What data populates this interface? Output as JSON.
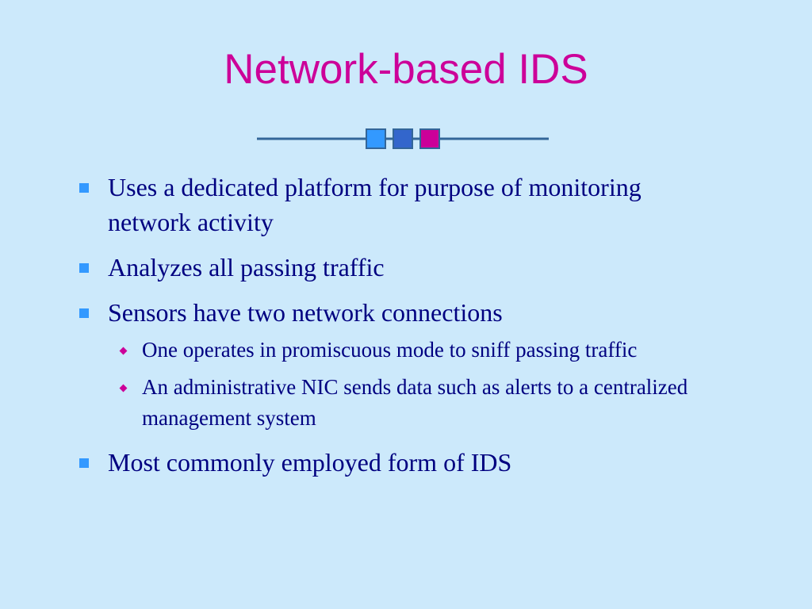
{
  "slide": {
    "title": "Network-based IDS",
    "bullets": [
      {
        "text": "Uses a dedicated platform for purpose of monitoring network activity"
      },
      {
        "text": "Analyzes all passing traffic"
      },
      {
        "text": "Sensors have two network connections"
      },
      {
        "text": "One operates in promiscuous mode to sniff passing traffic"
      },
      {
        "text": "An administrative NIC sends data such as alerts to a centralized management system"
      },
      {
        "text": "Most commonly employed form of IDS"
      }
    ]
  },
  "colors": {
    "background": "#cce9fb",
    "title": "#cc0099",
    "body_text": "#000080",
    "bullet_level1": "#3399ff",
    "bullet_level2": "#cc0099",
    "divider_line": "#336699",
    "divider_square1": "#3399ff",
    "divider_square2": "#3366cc",
    "divider_square3": "#cc0099"
  },
  "icons": {
    "bullet_level1": "square-bullet-icon",
    "bullet_level2": "diamond-bullet-icon"
  }
}
